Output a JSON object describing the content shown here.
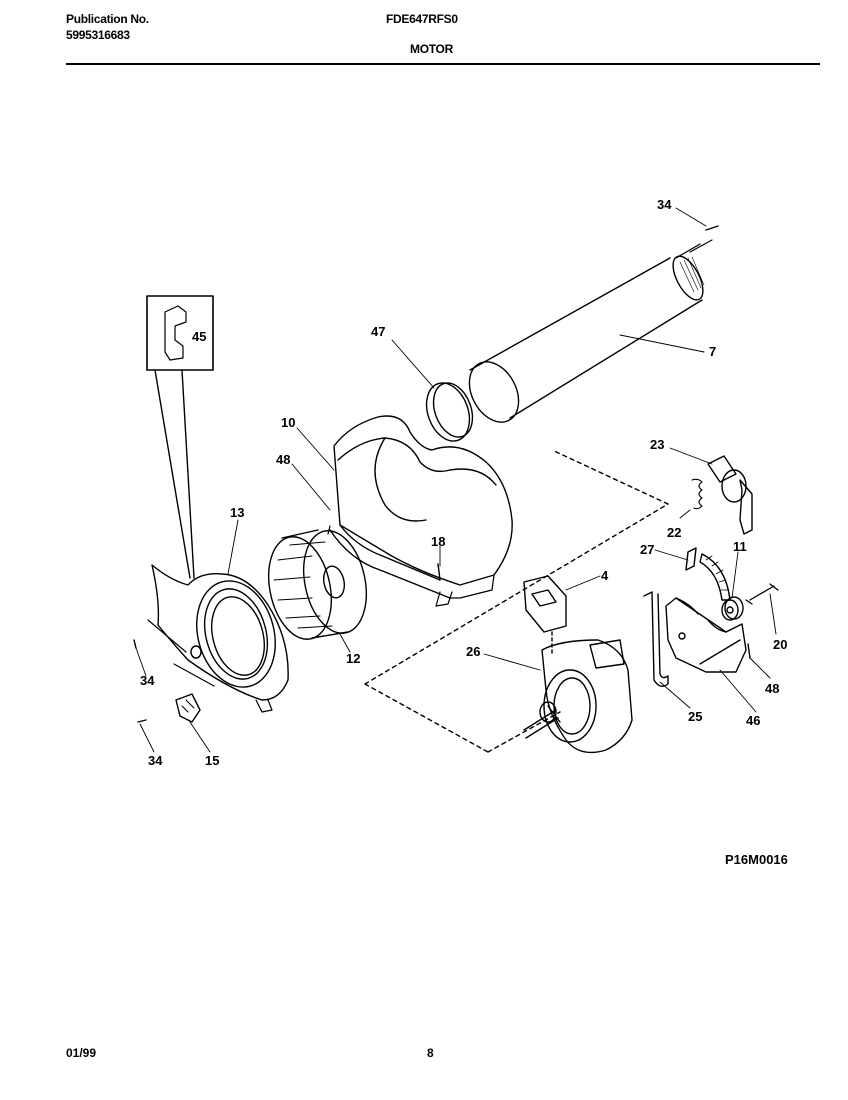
{
  "header": {
    "publication_label": "Publication No.",
    "publication_number": "5995316683",
    "model": "FDE647RFS0",
    "section": "MOTOR"
  },
  "diagram": {
    "code": "P16M0016",
    "callouts": {
      "c34_top": "34",
      "c7": "7",
      "c47": "47",
      "c45": "45",
      "c10": "10",
      "c48_left": "48",
      "c13": "13",
      "c23": "23",
      "c22": "22",
      "c27": "27",
      "c11": "11",
      "c4": "4",
      "c18": "18",
      "c20": "20",
      "c26": "26",
      "c12": "12",
      "c34_left": "34",
      "c48_right": "48",
      "c25": "25",
      "c46": "46",
      "c34_bottom": "34",
      "c15": "15"
    }
  },
  "footer": {
    "date": "01/99",
    "page": "8"
  }
}
